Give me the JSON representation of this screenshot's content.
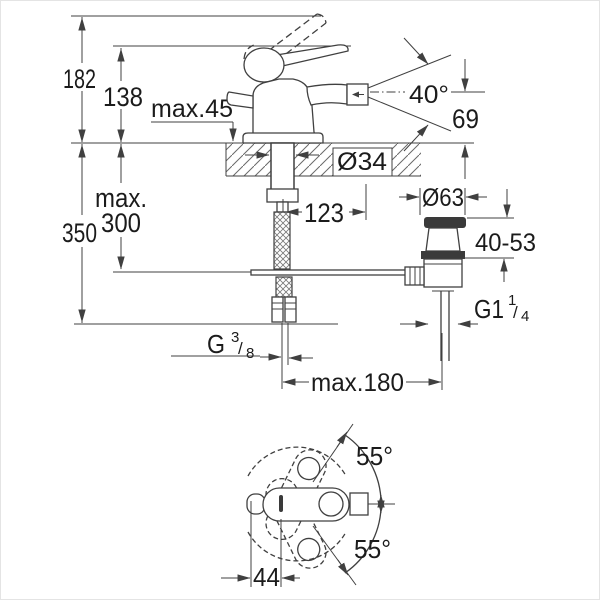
{
  "side": {
    "h182": "182",
    "h138": "138",
    "max45": "max.45",
    "deg40": "40°",
    "v69": "69",
    "o34": "Ø34",
    "p123": "123",
    "maxw": "max.",
    "v300": "300",
    "v350": "350",
    "o63": "Ø63",
    "r4053": "40-53",
    "g114": {
      "base": "G1",
      "sup": "1",
      "slash": "/",
      "sub": "4"
    },
    "g38": {
      "base": "G",
      "sup": "3",
      "slash": "/",
      "sub": "8"
    },
    "max180": "max.180"
  },
  "top": {
    "a55u": "55°",
    "a55l": "55°",
    "w44": "44"
  },
  "colors": {
    "line": "#404040",
    "dark_fill": "#3a3a3a",
    "text": "#1b1b1b",
    "background": "#ffffff"
  }
}
